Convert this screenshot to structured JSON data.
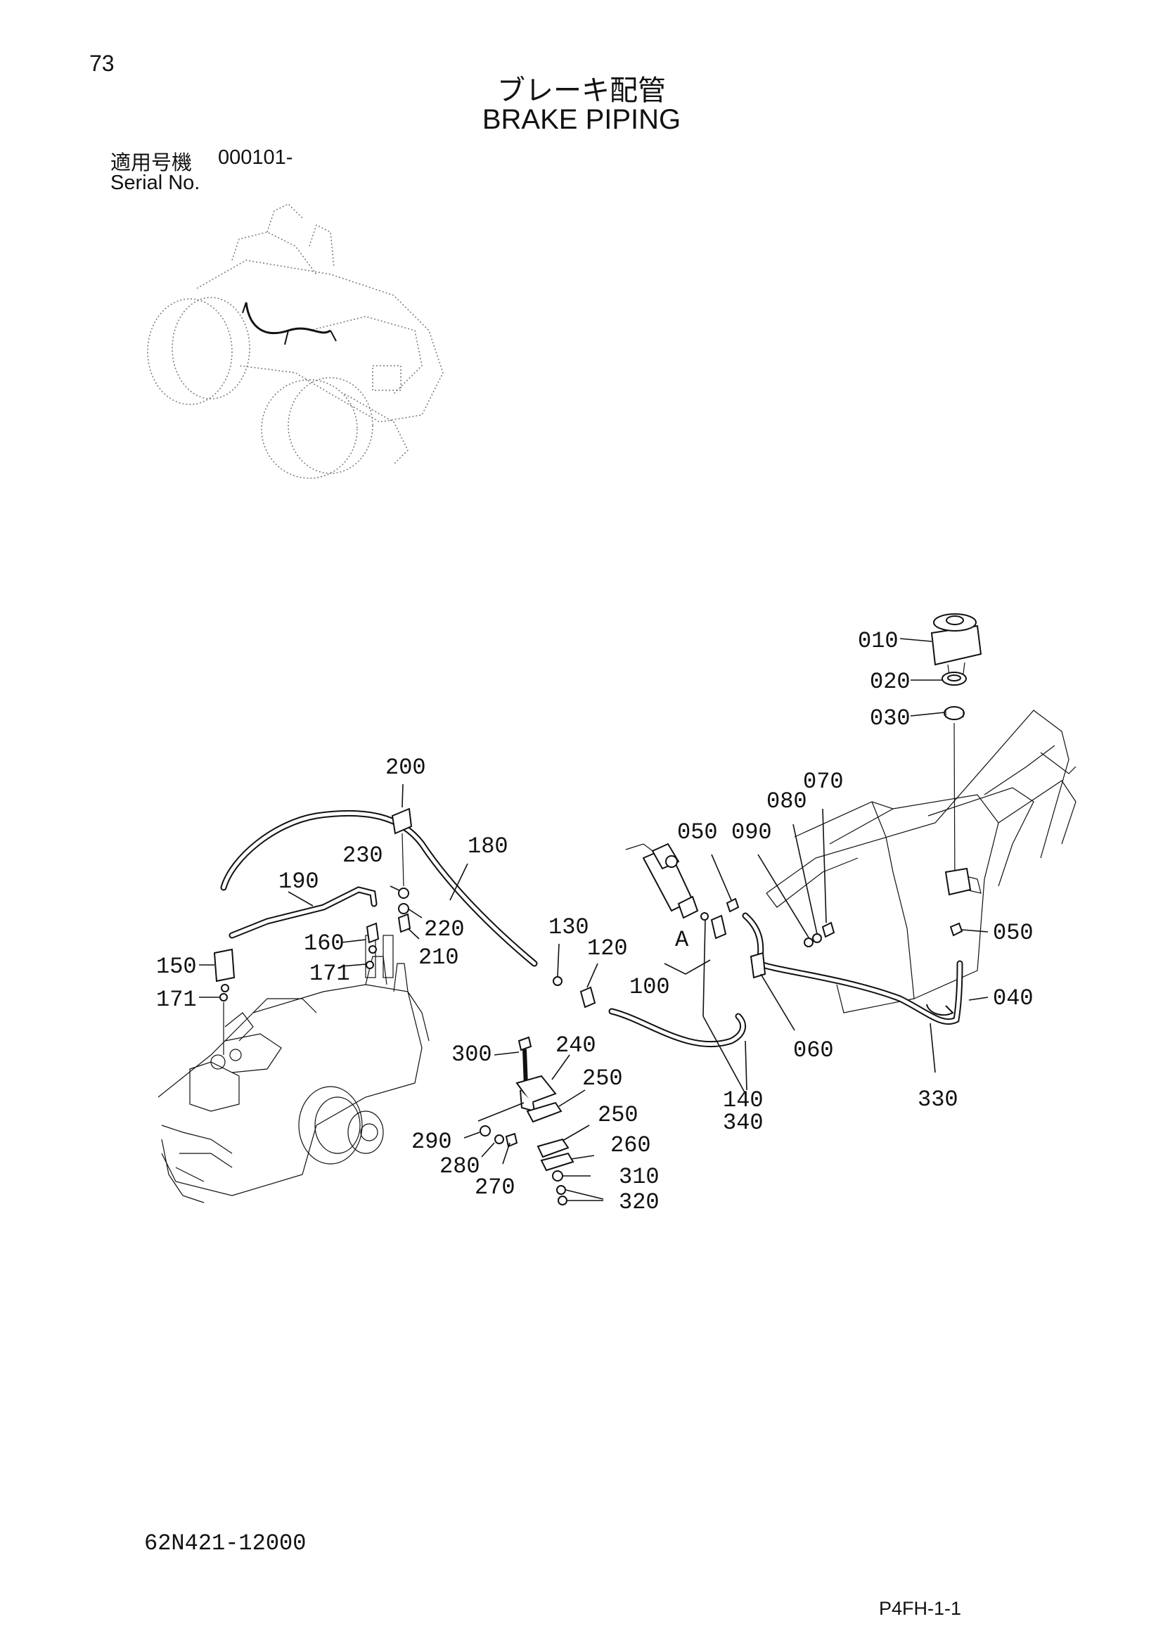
{
  "page_number": "73",
  "title_jp": "ブレーキ配管",
  "title_en": "BRAKE PIPING",
  "serial": {
    "label_jp": "適用号機",
    "value": "000101-",
    "label_en": "Serial No."
  },
  "drawing_number": "62N421-12000",
  "page_code": "P4FH-1-1",
  "view_label": "A",
  "callouts": {
    "c010": "010",
    "c020": "020",
    "c030": "030",
    "c040": "040",
    "c050a": "050",
    "c050b": "050",
    "c060": "060",
    "c070": "070",
    "c080": "080",
    "c090": "090",
    "c100": "100",
    "c120": "120",
    "c130": "130",
    "c140": "140",
    "c150": "150",
    "c160": "160",
    "c171a": "171",
    "c171b": "171",
    "c180": "180",
    "c190": "190",
    "c200": "200",
    "c210": "210",
    "c220": "220",
    "c230": "230",
    "c240": "240",
    "c250a": "250",
    "c250b": "250",
    "c260": "260",
    "c270": "270",
    "c280": "280",
    "c290": "290",
    "c300": "300",
    "c310": "310",
    "c320": "320",
    "c330": "330",
    "c340": "340"
  }
}
